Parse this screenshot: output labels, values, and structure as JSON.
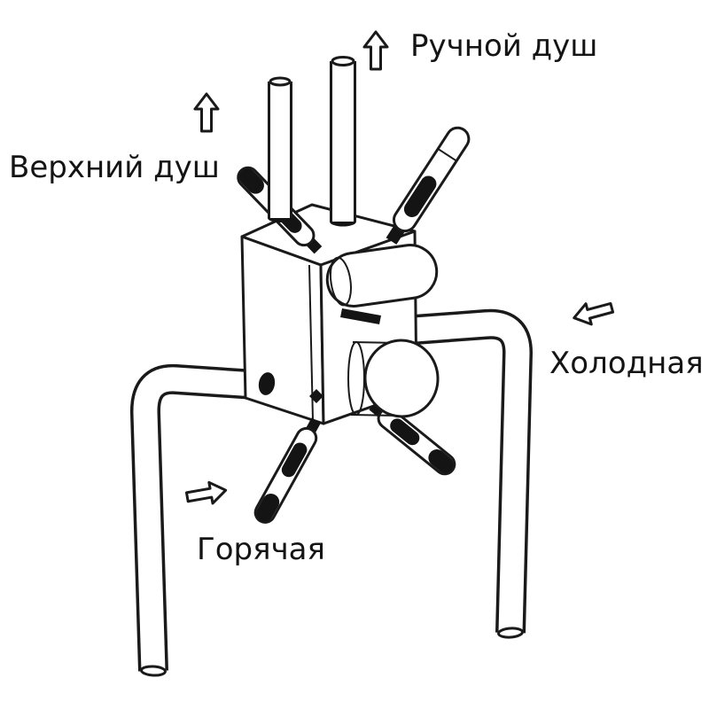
{
  "diagram": {
    "background_color": "#ffffff",
    "line_color": "#1a1a1a",
    "labels": {
      "hand_shower": "Ручной душ",
      "overhead_shower": "Верхний душ",
      "cold_water": "Холодная",
      "hot_water": "Горячая"
    },
    "arrows": [
      {
        "id": "hand-shower-arrow",
        "direction": "up"
      },
      {
        "id": "overhead-shower-arrow",
        "direction": "up"
      },
      {
        "id": "cold-water-arrow",
        "direction": "down-left"
      },
      {
        "id": "hot-water-arrow",
        "direction": "right"
      }
    ],
    "parts": [
      "valve-body",
      "hand-shower-outlet-pipe",
      "overhead-shower-outlet-pipe",
      "cold-water-inlet-pipe",
      "hot-water-inlet-pipe",
      "mounting-cross-arms",
      "cartridge-capsule",
      "round-outlet-port"
    ]
  }
}
